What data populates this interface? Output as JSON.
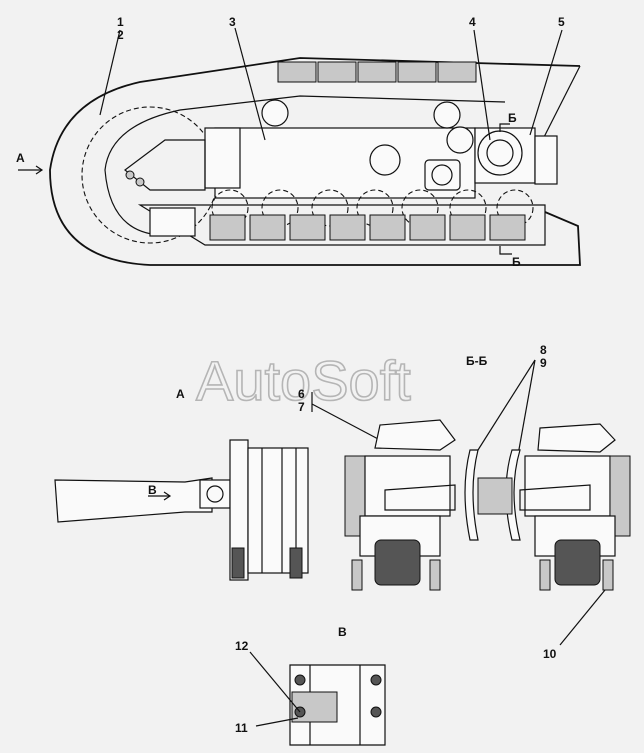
{
  "watermark": "AutoSoft",
  "callouts": {
    "c1": "1",
    "c2": "2",
    "c3": "3",
    "c4": "4",
    "c5": "5",
    "c6": "6",
    "c7": "7",
    "c8": "8",
    "c9": "9",
    "c10": "10",
    "c11": "11",
    "c12": "12"
  },
  "views": {
    "arrow_a": "А",
    "view_a": "А",
    "section_bb": "Б-Б",
    "cut_b_top": "Б",
    "cut_b_bottom": "Б",
    "arrow_v": "В",
    "view_v": "В"
  }
}
